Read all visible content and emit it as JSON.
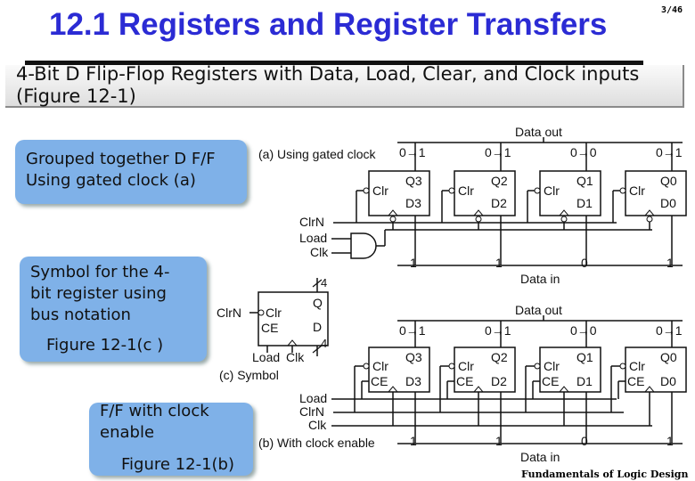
{
  "slide": {
    "title": "12.1 Registers and Register Transfers",
    "page_number": "3/46",
    "subtitle": "4-Bit D Flip-Flop Registers with Data, Load, Clear, and Clock inputs　(Figure 12-1)",
    "footer": "Fundamentals of Logic Design"
  },
  "callouts": {
    "gated": [
      "Grouped together D F/F",
      "Using gated clock (a)"
    ],
    "symbol": [
      "Symbol for the 4-",
      "bit register using",
      "bus notation",
      "Figure 12-1(c )"
    ],
    "enable": [
      "F/F with clock",
      "enable",
      "Figure 12-1(b)"
    ]
  },
  "figure_a": {
    "caption": "(a) Using gated clock",
    "data_out": "Data out",
    "data_in": "Data in",
    "transitions": [
      "0→1",
      "0→1",
      "0→0",
      "0→1"
    ],
    "inputs": [
      "1",
      "1",
      "0",
      "1"
    ],
    "control": [
      "ClrN",
      "Load",
      "Clk"
    ],
    "ff": [
      {
        "clr": "Clr",
        "q": "Q3",
        "d": "D3"
      },
      {
        "clr": "Clr",
        "q": "Q2",
        "d": "D2"
      },
      {
        "clr": "Clr",
        "q": "Q1",
        "d": "D1"
      },
      {
        "clr": "Clr",
        "q": "Q0",
        "d": "D0"
      }
    ]
  },
  "figure_b": {
    "caption": "(b) With clock enable",
    "data_out": "Data out",
    "data_in": "Data in",
    "transitions": [
      "0→1",
      "0→1",
      "0→0",
      "0→1"
    ],
    "inputs": [
      "1",
      "1",
      "0",
      "1"
    ],
    "control": [
      "Load",
      "ClrN",
      "Clk"
    ],
    "ff": [
      {
        "clr": "Clr",
        "ce": "CE",
        "q": "Q3",
        "d": "D3"
      },
      {
        "clr": "Clr",
        "ce": "CE",
        "q": "Q2",
        "d": "D2"
      },
      {
        "clr": "Clr",
        "ce": "CE",
        "q": "Q1",
        "d": "D1"
      },
      {
        "clr": "Clr",
        "ce": "CE",
        "q": "Q0",
        "d": "D0"
      }
    ]
  },
  "figure_c": {
    "caption": "(c) Symbol",
    "clrn": "ClrN",
    "clr": "Clr",
    "ce": "CE",
    "q": "Q",
    "d": "D",
    "load": "Load",
    "clk": "Clk",
    "bus_width_top": "4",
    "bus_width_bottom": "4"
  }
}
